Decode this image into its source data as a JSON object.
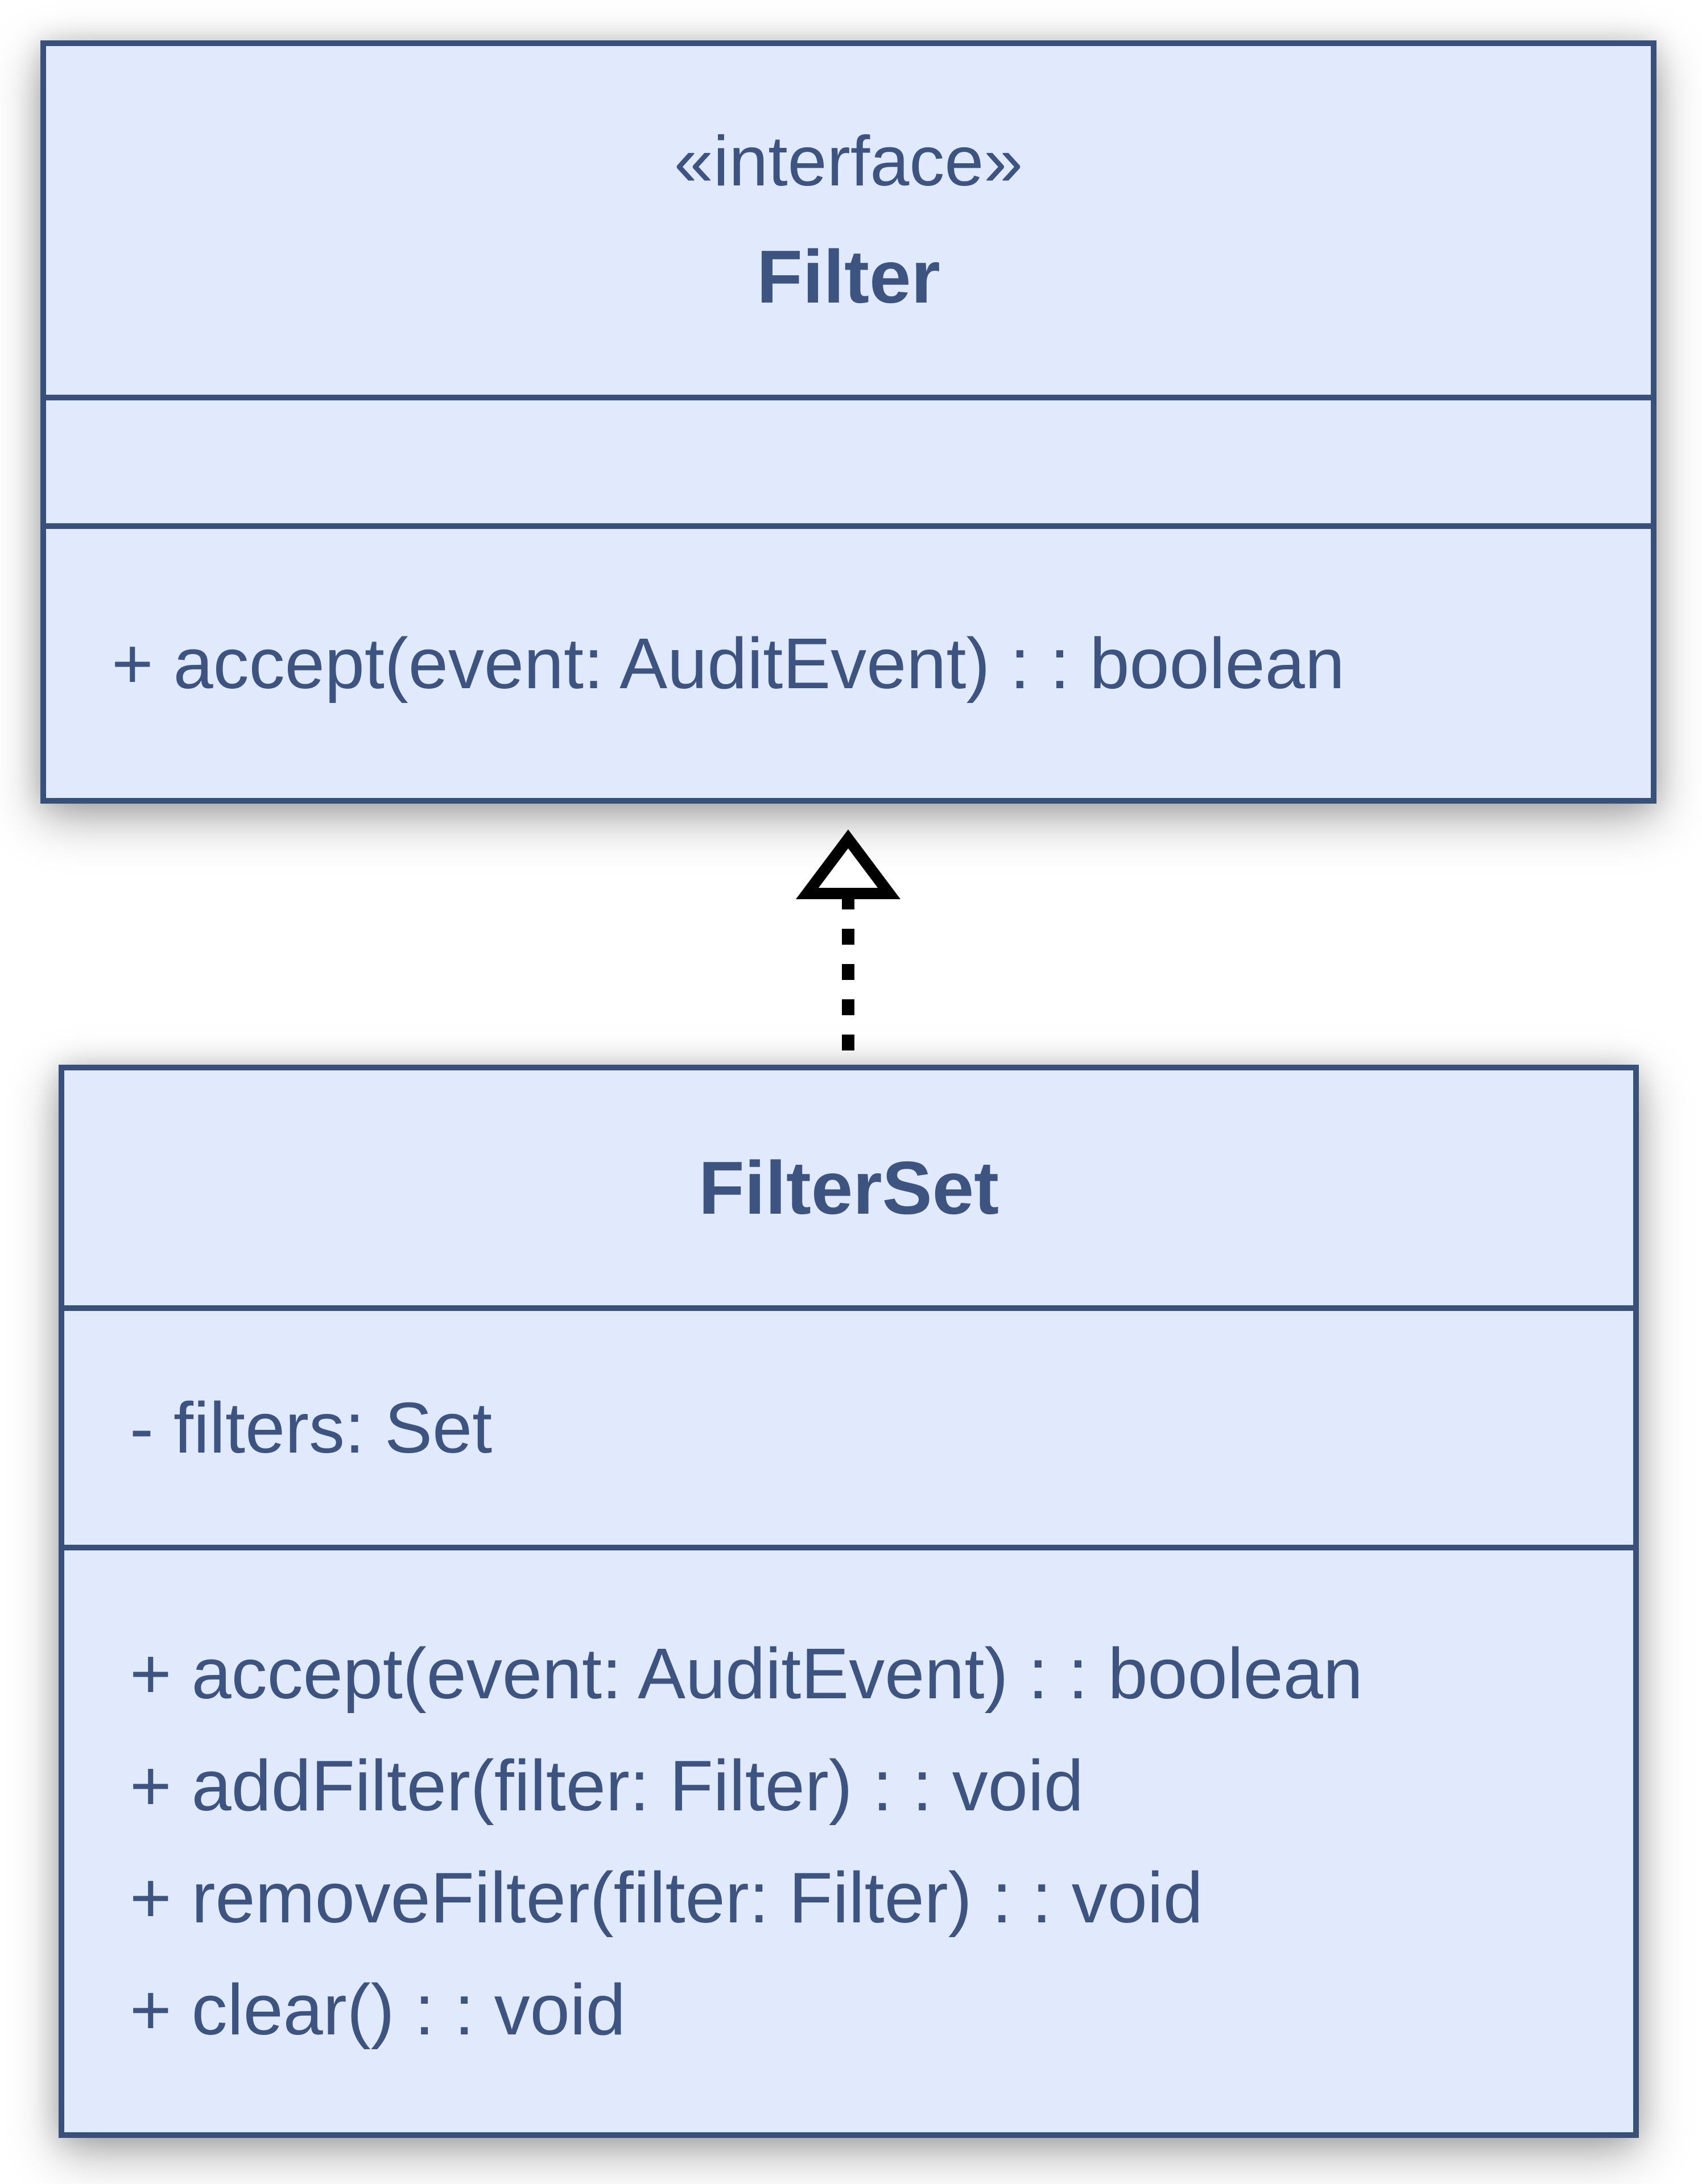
{
  "diagram": {
    "background": "#ffffff",
    "colors": {
      "box_fill": "#e1e9fc",
      "box_border": "#39507a",
      "text": "#3d5480",
      "arrow": "#000000"
    },
    "interface_class": {
      "stereotype": "«interface»",
      "name": "Filter",
      "attributes": [],
      "methods": [
        "+ accept(event: AuditEvent) : : boolean"
      ]
    },
    "filterset_class": {
      "name": "FilterSet",
      "attributes": [
        "- filters: Set"
      ],
      "methods": [
        "+ accept(event: AuditEvent) : : boolean",
        "+ addFilter(filter: Filter) : : void",
        "+ removeFilter(filter: Filter) : : void",
        "+ clear() : : void"
      ]
    },
    "relationship": {
      "type": "realization",
      "from": "FilterSet",
      "to": "Filter"
    }
  }
}
